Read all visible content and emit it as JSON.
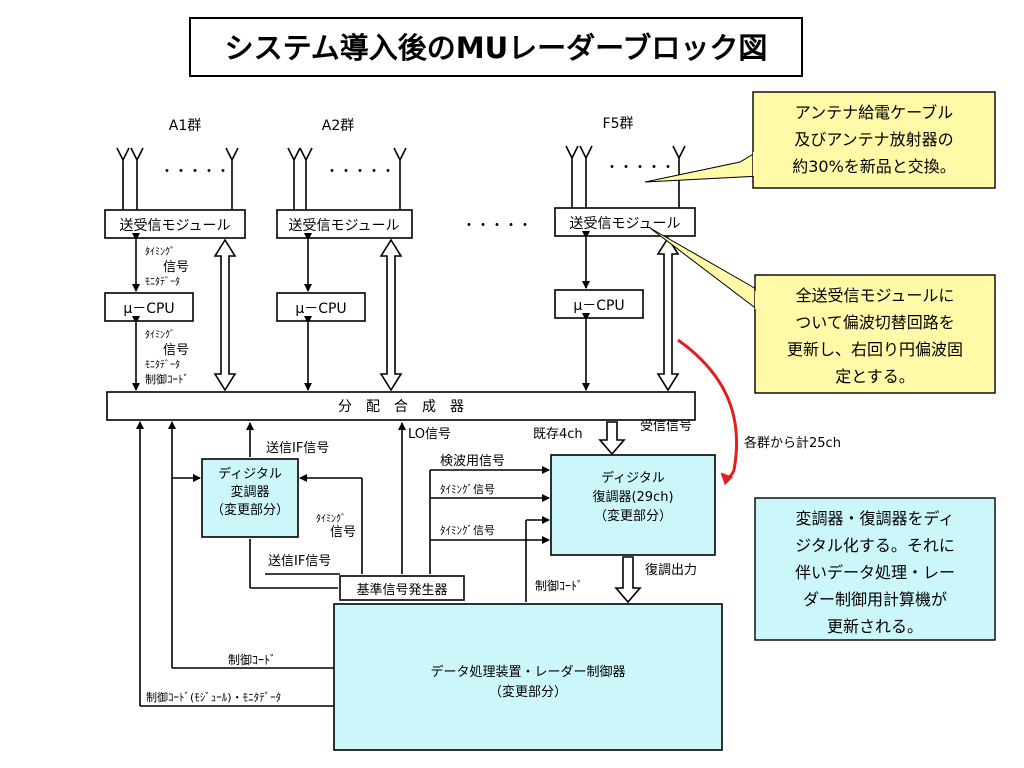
{
  "title": "システム導入後のMUレーダーブロック図",
  "groups": [
    {
      "label": "A1群",
      "module": "送受信モジュール",
      "cpu": "μ－CPU"
    },
    {
      "label": "A2群",
      "module": "送受信モジュール",
      "cpu": "μ－CPU"
    },
    {
      "label": "F5群",
      "module": "送受信モジュール",
      "cpu": "μ－CPU"
    }
  ],
  "dots": "・・・・・",
  "signals": {
    "timing1": "ﾀｲﾐﾝｸﾞ",
    "signal1": "信号",
    "monitor1": "ﾓﾆﾀﾃﾞｰﾀ",
    "timing2": "ﾀｲﾐﾝｸﾞ",
    "signal2": "信号",
    "monitor2": "ﾓﾆﾀﾃﾞｰﾀ",
    "control2": "制御ｺｰﾄﾞ",
    "tx_if_top": "送信IF信号",
    "lo": "LO信号",
    "existing": "既存4ch",
    "rx": "受信信号",
    "detect": "検波用信号",
    "timing_demod1": "ﾀｲﾐﾝｸﾞ信号",
    "timing_demod2": "ﾀｲﾐﾝｸﾞ信号",
    "timing_mod_a": "ﾀｲﾐﾝｸﾞ",
    "timing_mod_b": "信号",
    "tx_if_bottom": "送信IF信号",
    "control_code": "制御ｺｰﾄﾞ",
    "demod_out": "復調出力",
    "control_left": "制御ｺｰﾄﾞ",
    "control_bottom": "制御ｺｰﾄﾞ(ﾓｼﾞｭｰﾙ)・ﾓﾆﾀﾃﾞｰﾀ"
  },
  "combiner": "分　配　合　成　器",
  "modulator": {
    "l1": "ディジタル",
    "l2": "変調器",
    "l3": "（変更部分）"
  },
  "demodulator": {
    "l1": "ディジタル",
    "l2": "復調器(29ch)",
    "l3": "（変更部分）"
  },
  "ref_gen": "基準信号発生器",
  "data_proc": {
    "l1": "データ処理装置・レーダー制御器",
    "l2": "（変更部分）"
  },
  "callouts": {
    "antenna": {
      "l1": "アンテナ給電ケーブル",
      "l2": "及びアンテナ放射器の",
      "l3": "約30%を新品と交換。"
    },
    "module": {
      "l1": "全送受信モジュールに",
      "l2": "ついて偏波切替回路を",
      "l3": "更新し、右回り円偏波固",
      "l4": "定とする。"
    },
    "digital": {
      "l1": "変調器・復調器をディ",
      "l2": "ジタル化する。それに",
      "l3": "伴いデータ処理・レー",
      "l4": "ダー制御用計算機が",
      "l5": "更新される。"
    }
  },
  "red_note": "各群から計25ch",
  "colors": {
    "title": "#1f35a5",
    "callout_yellow": "#fff9a8",
    "box_cyan": "#ccf7fa",
    "red": "#e02020"
  }
}
